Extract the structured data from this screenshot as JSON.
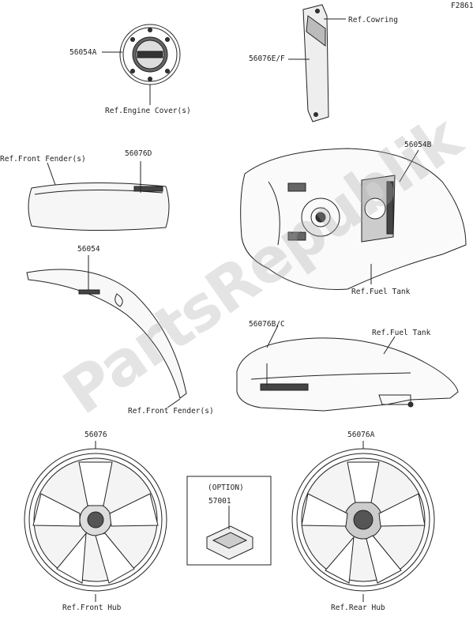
{
  "page_code": "F2861",
  "labels": {
    "p56054A": "56054A",
    "ref_engine_cover": "Ref.Engine Cover(s)",
    "ref_cowring": "Ref.Cowring",
    "p56076EF": "56076E/F",
    "ref_front_fender_1": "Ref.Front Fender(s)",
    "p56076D": "56076D",
    "p56054B": "56054B",
    "ref_fuel_tank_1": "Ref.Fuel Tank",
    "p56054": "56054",
    "p56076BC": "56076B/C",
    "ref_fuel_tank_2": "Ref.Fuel Tank",
    "ref_front_fender_2": "Ref.Front Fender(s)",
    "p56076": "56076",
    "p56076A": "56076A",
    "option": "(OPTION)",
    "p57001": "57001",
    "ref_front_hub": "Ref.Front Hub",
    "ref_rear_hub": "Ref.Rear Hub"
  },
  "watermark": "PartsRepublik",
  "colors": {
    "line": "#222222",
    "watermark": "#aaaaaa"
  }
}
